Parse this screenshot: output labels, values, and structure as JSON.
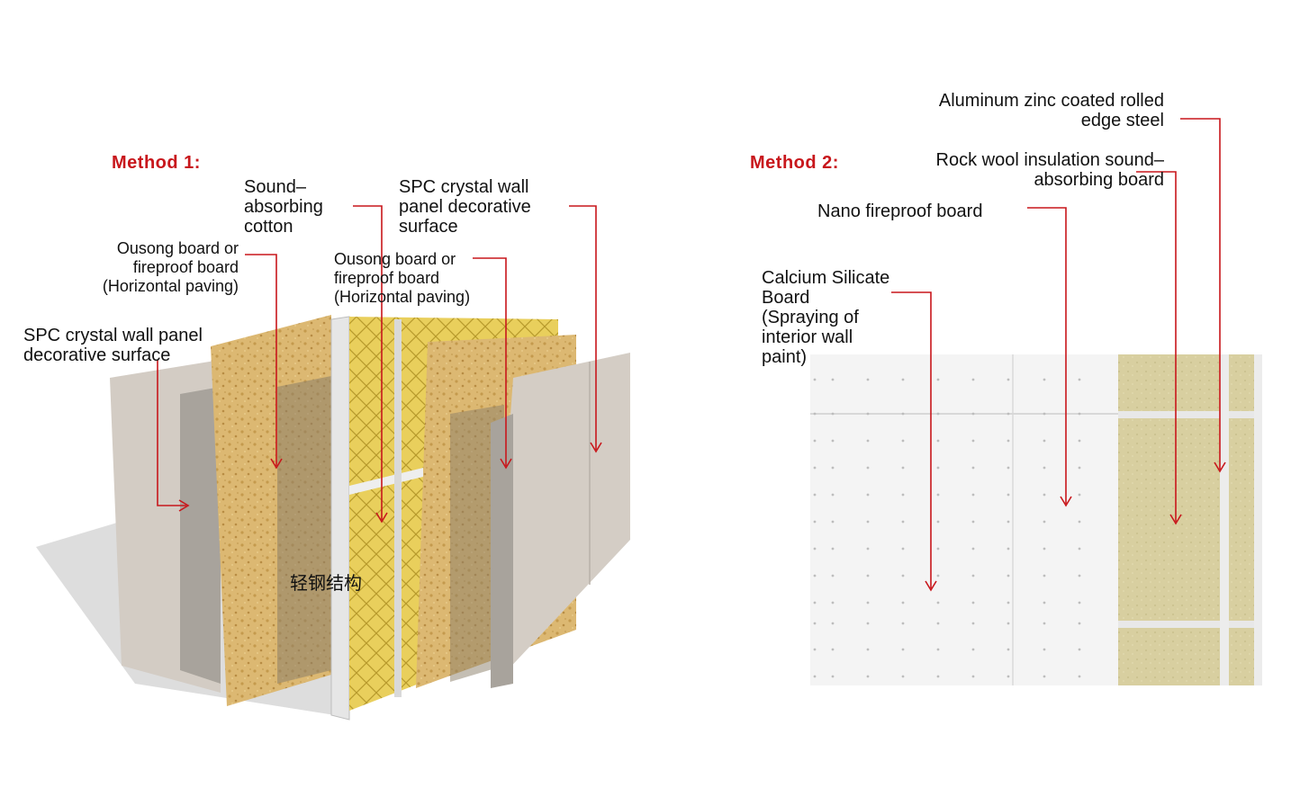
{
  "method1": {
    "title": "Method 1:",
    "labels": {
      "sound_cotton": "Sound–\nabsorbing\ncotton",
      "spc_right": "SPC crystal wall\npanel decorative\nsurface",
      "ousong_left": "Ousong board or\nfireproof board\n(Horizontal paving)",
      "ousong_center": "Ousong board or\nfireproof board\n(Horizontal paving)",
      "spc_left": "SPC crystal wall panel\ndecorative surface",
      "steel_structure": "轻钢结构"
    }
  },
  "method2": {
    "title": "Method 2:",
    "labels": {
      "aluminum": "Aluminum zinc coated rolled\nedge steel",
      "rockwool": "Rock wool insulation sound–\nabsorbing board",
      "nano": "Nano fireproof board",
      "calcium": "Calcium Silicate\nBoard\n(Spraying of\ninterior wall\npaint)"
    }
  },
  "colors": {
    "accent_red": "#c8171c",
    "osb": "#d9b56c",
    "gray_board": "#cfc8c0",
    "rockwool": "#d8d0a2"
  }
}
